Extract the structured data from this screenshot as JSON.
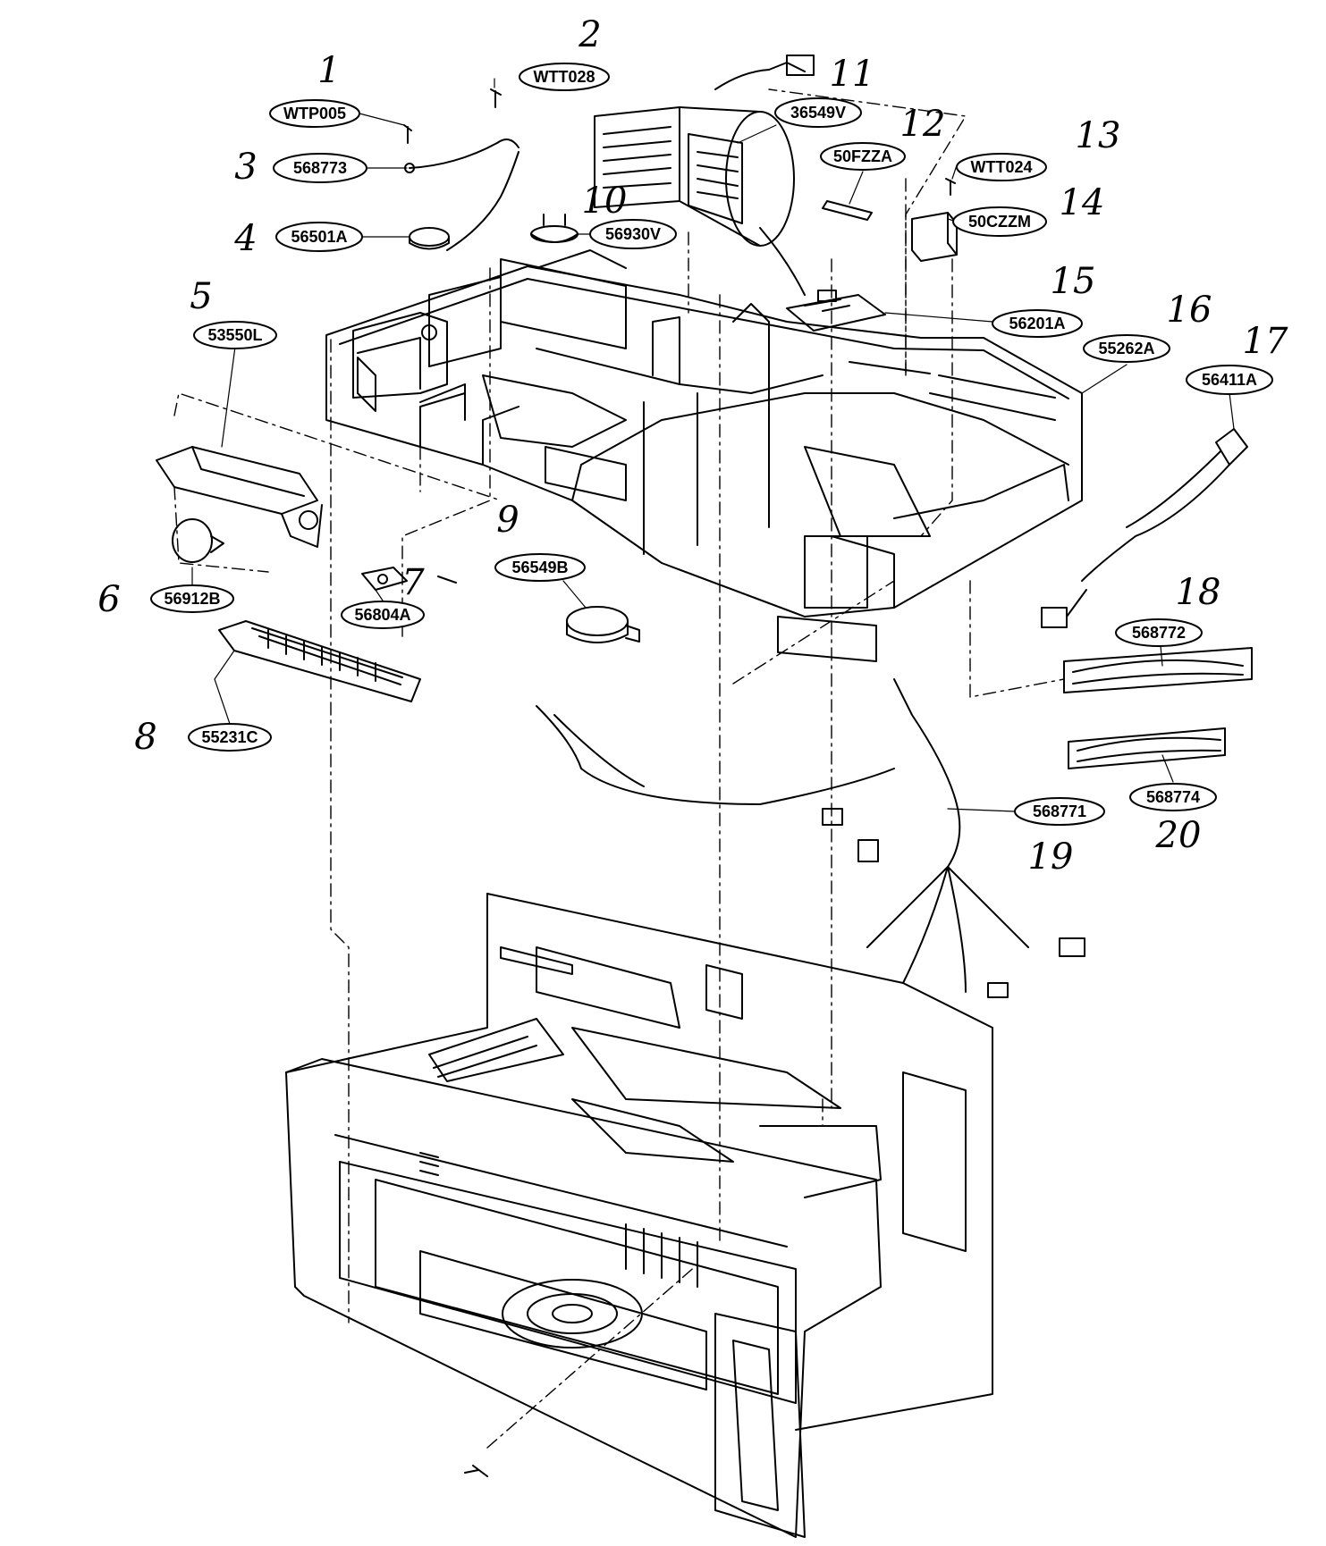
{
  "diagram": {
    "type": "exploded-parts-diagram",
    "colors": {
      "ink": "#000000",
      "paper": "#ffffff"
    },
    "parts": [
      {
        "num": "1",
        "code": "WTP005"
      },
      {
        "num": "2",
        "code": "WTT028"
      },
      {
        "num": "3",
        "code": "568773"
      },
      {
        "num": "4",
        "code": "56501A"
      },
      {
        "num": "5",
        "code": "53550L"
      },
      {
        "num": "6",
        "code": "56912B"
      },
      {
        "num": "7",
        "code": "56804A"
      },
      {
        "num": "8",
        "code": "55231C"
      },
      {
        "num": "9",
        "code": "56549B"
      },
      {
        "num": "10",
        "code": "56930V"
      },
      {
        "num": "11",
        "code": "36549V"
      },
      {
        "num": "12",
        "code": "50FZZA"
      },
      {
        "num": "13",
        "code": "WTT024"
      },
      {
        "num": "14",
        "code": "50CZZM"
      },
      {
        "num": "15",
        "code": "56201A"
      },
      {
        "num": "16",
        "code": "55262A"
      },
      {
        "num": "17",
        "code": "56411A"
      },
      {
        "num": "18",
        "code": "568772"
      },
      {
        "num": "19",
        "code": "568771"
      },
      {
        "num": "20",
        "code": "568774"
      }
    ]
  }
}
